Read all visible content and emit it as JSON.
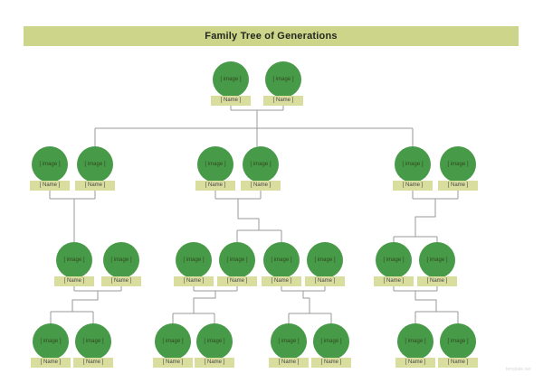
{
  "header": {
    "title": "Family Tree of Generations"
  },
  "watermark": "template.net",
  "colors": {
    "title_bar_bg": "#ccd58a",
    "title_text": "#23281e",
    "circle_fill": "#479a48",
    "circle_text": "#32491f",
    "name_tag_bg": "#d9dd9e",
    "name_tag_text": "#474747",
    "connector_line": "#9a9a9a",
    "background": "#ffffff",
    "watermark_text": "#d8d8d8"
  },
  "persons": [
    {
      "generation": 1,
      "image": "[ image ]",
      "name": "[ Name ]"
    },
    {
      "generation": 1,
      "image": "[ image ]",
      "name": "[ Name ]"
    },
    {
      "generation": 2,
      "image": "[ image ]",
      "name": "[ Name ]"
    },
    {
      "generation": 2,
      "image": "[ image ]",
      "name": "[ Name ]"
    },
    {
      "generation": 2,
      "image": "[ image ]",
      "name": "[ Name ]"
    },
    {
      "generation": 2,
      "image": "[ image ]",
      "name": "[ Name ]"
    },
    {
      "generation": 2,
      "image": "[ image ]",
      "name": "[ Name ]"
    },
    {
      "generation": 2,
      "image": "[ image ]",
      "name": "[ Name ]"
    },
    {
      "generation": 3,
      "image": "[ image ]",
      "name": "[ Name ]"
    },
    {
      "generation": 3,
      "image": "[ image ]",
      "name": "[ Name ]"
    },
    {
      "generation": 3,
      "image": "[ image ]",
      "name": "[ Name ]"
    },
    {
      "generation": 3,
      "image": "[ image ]",
      "name": "[ Name ]"
    },
    {
      "generation": 3,
      "image": "[ image ]",
      "name": "[ Name ]"
    },
    {
      "generation": 3,
      "image": "[ image ]",
      "name": "[ Name ]"
    },
    {
      "generation": 3,
      "image": "[ image ]",
      "name": "[ Name ]"
    },
    {
      "generation": 3,
      "image": "[ image ]",
      "name": "[ Name ]"
    },
    {
      "generation": 4,
      "image": "[ image ]",
      "name": "[ Name ]"
    },
    {
      "generation": 4,
      "image": "[ image ]",
      "name": "[ Name ]"
    },
    {
      "generation": 4,
      "image": "[ image ]",
      "name": "[ Name ]"
    },
    {
      "generation": 4,
      "image": "[ image ]",
      "name": "[ Name ]"
    },
    {
      "generation": 4,
      "image": "[ image ]",
      "name": "[ Name ]"
    },
    {
      "generation": 4,
      "image": "[ image ]",
      "name": "[ Name ]"
    },
    {
      "generation": 4,
      "image": "[ image ]",
      "name": "[ Name ]"
    },
    {
      "generation": 4,
      "image": "[ image ]",
      "name": "[ Name ]"
    }
  ]
}
